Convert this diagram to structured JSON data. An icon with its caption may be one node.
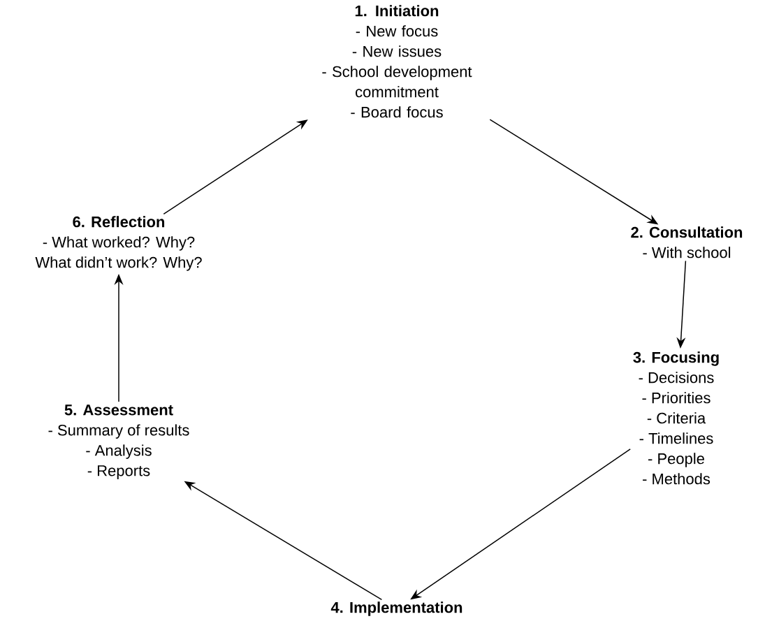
{
  "diagram": {
    "nodes": [
      {
        "text": [
          "1. Initiation",
          "- New focus",
          "- New issues",
          "- School development commitment",
          "- Board focus"
        ]
      },
      {
        "text": [
          "2. Consultation",
          "- With school"
        ]
      },
      {
        "text": [
          "3. Focusing",
          "- Decisions",
          "- Priorities",
          "- Criteria",
          "- Timelines",
          "- People",
          "- Methods"
        ]
      },
      {
        "text": [
          "4. Implementation"
        ]
      },
      {
        "text": [
          "5. Assessment",
          "- Summary of results",
          "- Analysis",
          "- Reports"
        ]
      },
      {
        "text": [
          "6. Reflection",
          "- What worked? Why?",
          "What didn’t work? Why?"
        ]
      }
    ],
    "edges": [
      {
        "from": 0,
        "to": 1,
        "arrow": "to"
      },
      {
        "from": 1,
        "to": 2,
        "arrow": "to"
      },
      {
        "from": 2,
        "to": 3,
        "arrow": "to"
      },
      {
        "from": 3,
        "to": 4,
        "arrow": "to"
      },
      {
        "from": 4,
        "to": 5,
        "arrow": "to"
      },
      {
        "from": 5,
        "to": 0,
        "arrow": "to"
      }
    ]
  }
}
